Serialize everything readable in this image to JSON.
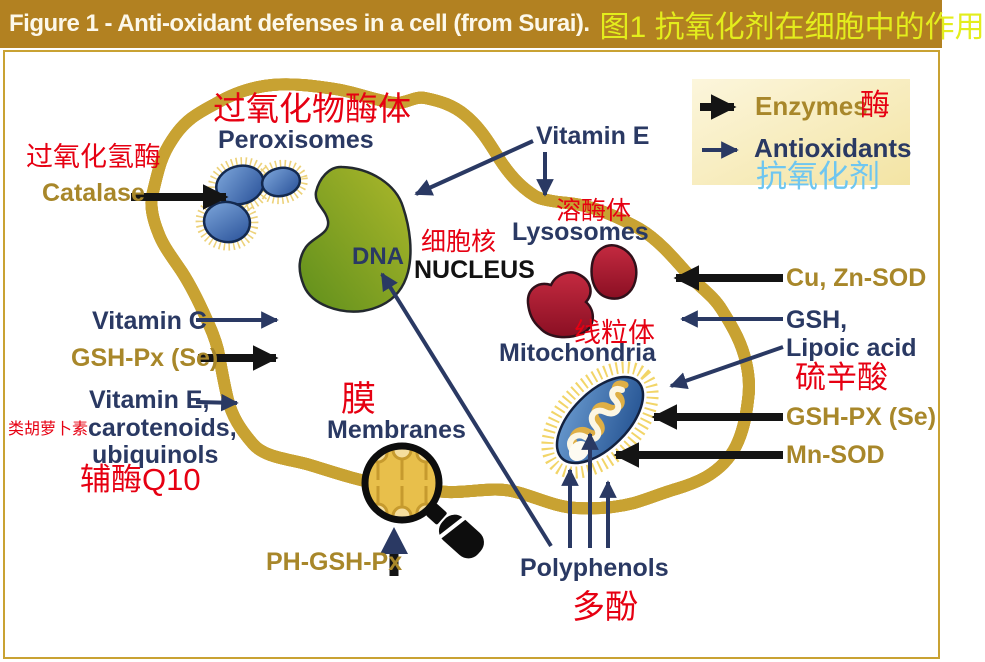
{
  "header": {
    "title_en": "Figure 1 - Anti-oxidant defenses in a cell (from Surai).",
    "title_zh": "图1  抗氧化剂在细胞中的作用"
  },
  "legend": {
    "enzymes_label": "Enzymes",
    "enzymes_zh": "酶",
    "antioxidants_label": "Antioxidants",
    "antioxidants_zh": "抗氧化剂"
  },
  "organelles": {
    "peroxisomes_zh": "过氧化物酶体",
    "peroxisomes_en": "Peroxisomes",
    "nucleus_zh": "细胞核",
    "nucleus_en": "NUCLEUS",
    "dna": "DNA",
    "lysosomes_zh": "溶酶体",
    "lysosomes_en": "Lysosomes",
    "mitochondria_zh": "线粒体",
    "mitochondria_en": "Mitochondria",
    "membranes_zh": "膜",
    "membranes_en": "Membranes"
  },
  "enzymes": {
    "catalase_zh": "过氧化氢酶",
    "catalase": "Catalase",
    "gsh_px_left": "GSH-Px (Se)",
    "cu_zn_sod": "Cu, Zn-SOD",
    "gsh_px_right": "GSH-PX (Se)",
    "mn_sod": "Mn-SOD",
    "ph_gsh_px": "PH-GSH-Px"
  },
  "antioxidants": {
    "vitamin_e_top": "Vitamin E",
    "vitamin_c": "Vitamin C",
    "vitamin_e_left": "Vitamin E,",
    "carotenoids_zh": "类胡萝卜素",
    "carotenoids": "carotenoids,",
    "ubiquinols": "ubiquinols",
    "coq10_zh": "辅酶Q10",
    "gsh": "GSH,",
    "lipoic_acid": "Lipoic acid",
    "lipoic_acid_zh": "硫辛酸",
    "polyphenols": "Polyphenols",
    "polyphenols_zh": "多酚"
  },
  "colors": {
    "title_bar": "#B28121",
    "title_zh_text": "#E3ED1C",
    "frame_gold": "#C9A232",
    "label_red": "#E60012",
    "label_gold": "#A8872A",
    "label_navy": "#2A3963",
    "label_lightblue": "#6EC6F0",
    "membrane_gold": "#C8A232",
    "cell_fill_edge": "#A6C7E8",
    "nucleus_green": "#7FA01F",
    "peroxisome_blue": "#3E6BAC",
    "lysosome_red": "#A41830",
    "mitochondrion_blue": "#3A6AA8",
    "halo_yellow": "#EFD468"
  }
}
